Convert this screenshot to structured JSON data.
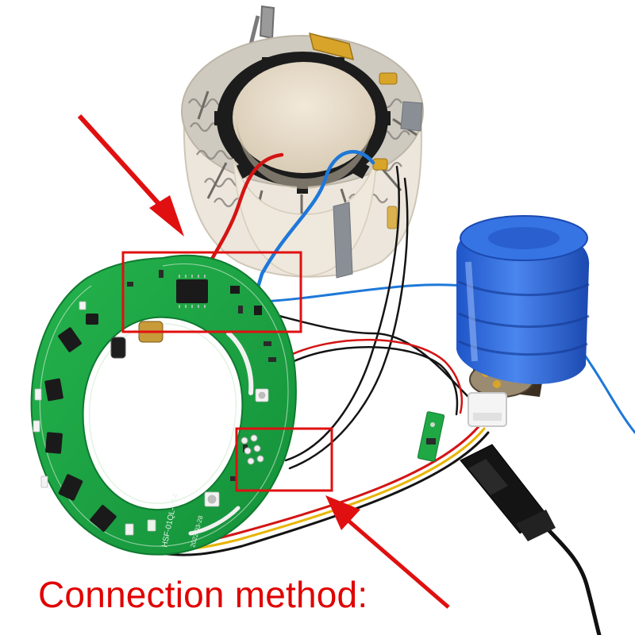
{
  "caption": "Connection method:",
  "board_silkscreen": {
    "model": "HSF-01QL-V14",
    "date": "2022-03-28"
  },
  "colors": {
    "pcb": "#1fa844",
    "highlight_box": "#e01010",
    "arrow": "#e01010",
    "caption": "#e00000",
    "fan": "#2e6be0",
    "wire_red": "#d41414",
    "wire_blue": "#1e78d8",
    "wire_black": "#141414",
    "wire_yellow": "#e8b400"
  },
  "objects": [
    "heater-core-icon",
    "pcb-ring-icon",
    "fan-motor-icon",
    "usb-plug-icon",
    "sensor-board-icon"
  ]
}
